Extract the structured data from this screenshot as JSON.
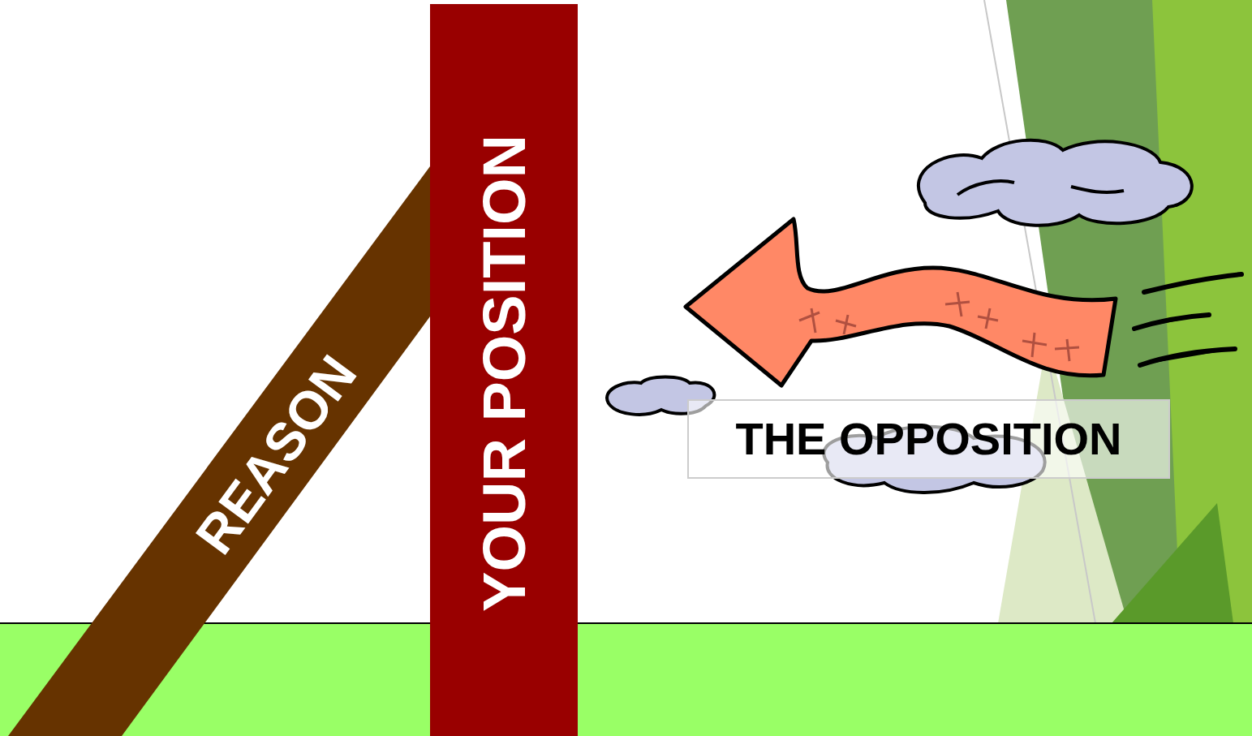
{
  "diagram": {
    "nodes": [
      {
        "text": [
          "REASON"
        ]
      },
      {
        "text": [
          "YOUR POSITION"
        ]
      },
      {
        "text": [
          "THE OPPOSITION"
        ]
      }
    ]
  }
}
